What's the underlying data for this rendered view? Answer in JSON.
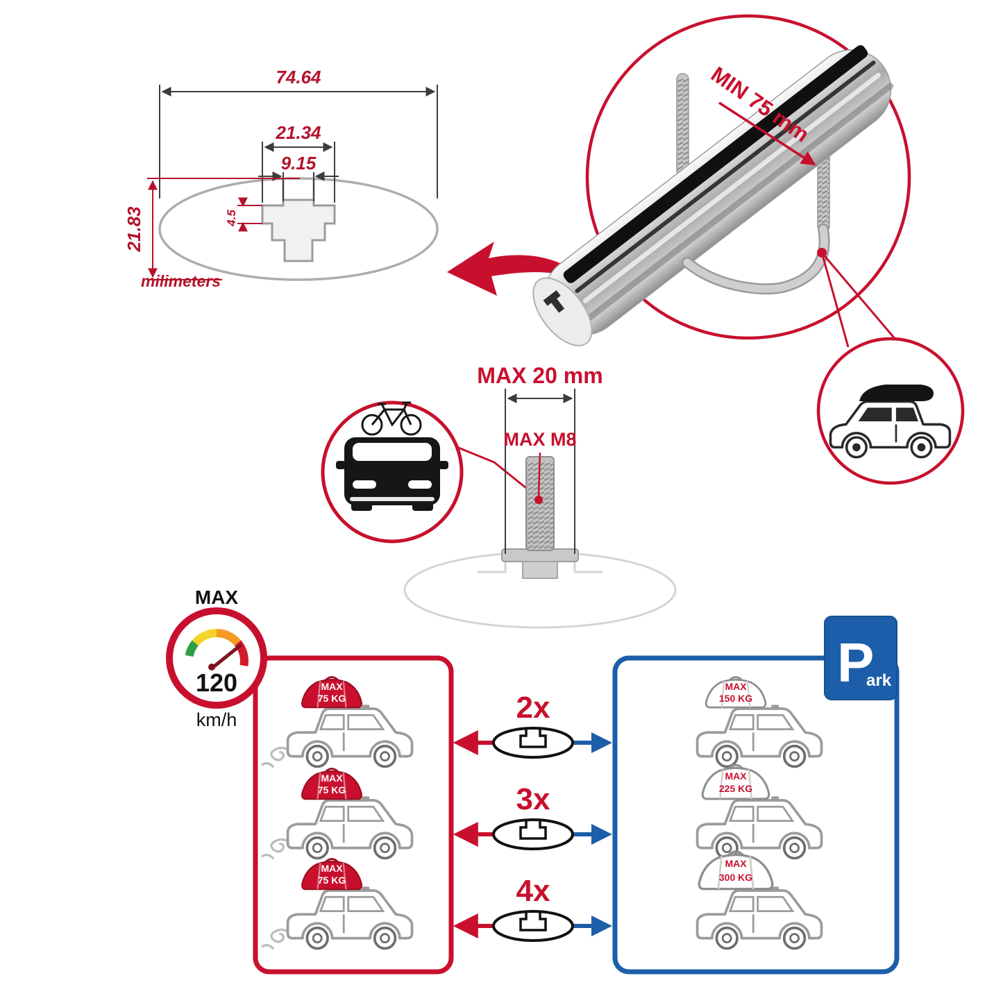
{
  "dimensions": {
    "total_width": "74.64",
    "channel_outer_width": "21.34",
    "channel_inner_width": "9.15",
    "lip_depth": "4.5",
    "total_height": "21.83",
    "unit_label": "milimeters"
  },
  "clamp": {
    "min_label": "MIN 75 mm"
  },
  "bolt": {
    "max_width_label": "MAX 20 mm",
    "max_thread_label": "MAX M8"
  },
  "speed_limit": {
    "label": "MAX",
    "value": "120",
    "unit": "km/h"
  },
  "park_sign": {
    "letter": "P",
    "suffix": "ark"
  },
  "driving_panel": {
    "loads": [
      {
        "label": "MAX",
        "weight": "75 KG"
      },
      {
        "label": "MAX",
        "weight": "75 KG"
      },
      {
        "label": "MAX",
        "weight": "75 KG"
      }
    ]
  },
  "parked_panel": {
    "loads": [
      {
        "label": "MAX",
        "weight": "150 KG"
      },
      {
        "label": "MAX",
        "weight": "225 KG"
      },
      {
        "label": "MAX",
        "weight": "300 KG"
      }
    ]
  },
  "bar_counts": [
    "2x",
    "3x",
    "4x"
  ],
  "colors": {
    "red": "#c8102e",
    "blue": "#1c5ea9",
    "gray": "#9b9b9b",
    "dark": "#1a1a1a"
  }
}
